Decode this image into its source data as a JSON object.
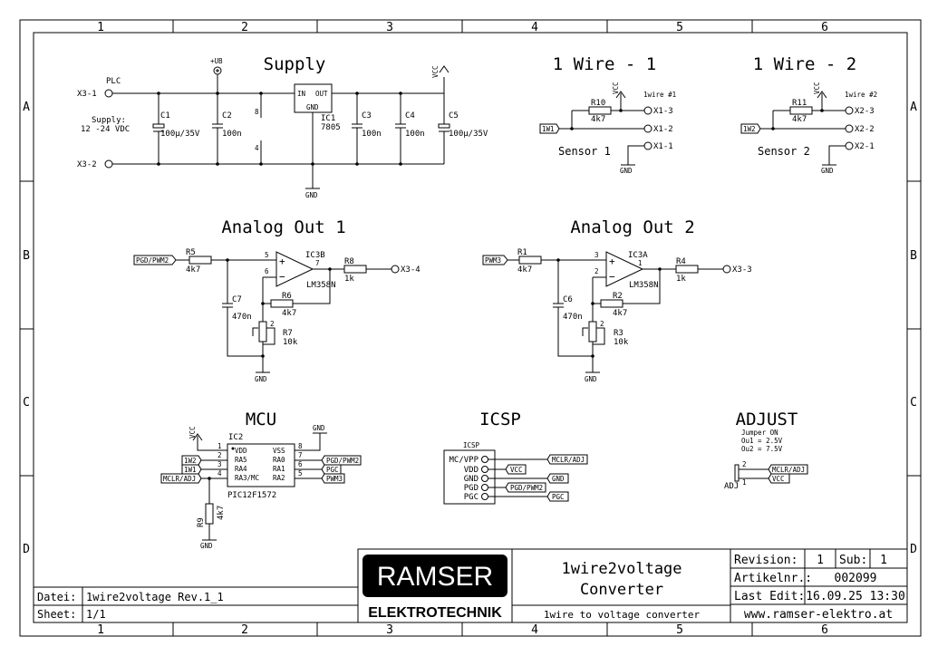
{
  "frame": {
    "columns": [
      "1",
      "2",
      "3",
      "4",
      "5",
      "6"
    ],
    "rows": [
      "A",
      "B",
      "C",
      "D"
    ]
  },
  "blocks": {
    "supply": {
      "title": "Supply",
      "plc": "PLC",
      "x3_1": "X3-1",
      "x3_2": "X3-2",
      "supply_text_1": "Supply:",
      "supply_text_2": "12 -24 VDC",
      "vb": "+UB",
      "vcc": "VCC",
      "c1_name": "C1",
      "c1_val": "100µ/35V",
      "c2_name": "C2",
      "c2_val": "100n",
      "c3_name": "C3",
      "c3_val": "100n",
      "c4_name": "C4",
      "c4_val": "100n",
      "c5_name": "C5",
      "c5_val": "100µ/35V",
      "ic1_name": "IC1",
      "ic1_val": "7805",
      "reg_in": "IN",
      "reg_out": "OUT",
      "reg_gnd": "GND",
      "pin8": "8",
      "pin4": "4",
      "gnd": "GND"
    },
    "wire1": {
      "title": "1 Wire - 1",
      "vcc": "VCC",
      "r_name": "R10",
      "r_val": "4k7",
      "tag": "1wire #1",
      "x1_3": "X1-3",
      "x1_2": "X1-2",
      "x1_1": "X1-1",
      "port": "1W1",
      "sensor": "Sensor 1",
      "gnd": "GND"
    },
    "wire2": {
      "title": "1 Wire - 2",
      "vcc": "VCC",
      "r_name": "R11",
      "r_val": "4k7",
      "tag": "1wire #2",
      "x2_3": "X2-3",
      "x2_2": "X2-2",
      "x2_1": "X2-1",
      "port": "1W2",
      "sensor": "Sensor 2",
      "gnd": "GND"
    },
    "analog1": {
      "title": "Analog Out 1",
      "port": "PGD/PWM2",
      "r5": "R5",
      "r5_val": "4k7",
      "ic": "IC3B",
      "ic_val": "LM358N",
      "pin5": "5",
      "pin6": "6",
      "pin7": "7",
      "r8": "R8",
      "r8_val": "1k",
      "out": "X3-4",
      "r6": "R6",
      "r6_val": "4k7",
      "c7": "C7",
      "c7_val": "470n",
      "r7": "R7",
      "r7_val": "10k",
      "r7_pin": "2",
      "gnd": "GND"
    },
    "analog2": {
      "title": "Analog Out 2",
      "port": "PWM3",
      "r1": "R1",
      "r1_val": "4k7",
      "ic": "IC3A",
      "ic_val": "LM358N",
      "pin3": "3",
      "pin2": "2",
      "pin1": "1",
      "r4": "R4",
      "r4_val": "1k",
      "out": "X3-3",
      "r2": "R2",
      "r2_val": "4k7",
      "c6": "C6",
      "c6_val": "470n",
      "r3": "R3",
      "r3_val": "10k",
      "r3_pin": "2",
      "gnd": "GND"
    },
    "mcu": {
      "title": "MCU",
      "vcc": "VCC",
      "gnd": "GND",
      "ic": "IC2",
      "ic_val": "PIC12F1572",
      "left_pins": [
        {
          "num": "1",
          "name": "VDD",
          "port": ""
        },
        {
          "num": "2",
          "name": "RA5",
          "port": "1W2"
        },
        {
          "num": "3",
          "name": "RA4",
          "port": "1W1"
        },
        {
          "num": "4",
          "name": "RA3/MC",
          "port": "MCLR/ADJ"
        }
      ],
      "right_pins": [
        {
          "num": "8",
          "name": "VSS",
          "port": ""
        },
        {
          "num": "7",
          "name": "RA0",
          "port": "PGD/PWM2"
        },
        {
          "num": "6",
          "name": "RA1",
          "port": "PGC"
        },
        {
          "num": "5",
          "name": "RA2",
          "port": "PWM3"
        }
      ],
      "r9": "R9",
      "r9_val": "4k7",
      "gnd2": "GND"
    },
    "icsp": {
      "title": "ICSP",
      "box": "ICSP",
      "pins": [
        {
          "name": "MC/VPP",
          "port": "MCLR/ADJ"
        },
        {
          "name": "VDD",
          "port": "VCC"
        },
        {
          "name": "GND",
          "port": "GND"
        },
        {
          "name": "PGD",
          "port": "PGD/PWM2"
        },
        {
          "name": "PGC",
          "port": "PGC"
        }
      ]
    },
    "adjust": {
      "title": "ADJUST",
      "note1": "Jumper ON",
      "note2": "Ou1 = 2.5V",
      "note3": "Ou2 = 7.5V",
      "port1": "MCLR/ADJ",
      "port2": "VCC",
      "jumper": "ADJ",
      "pin1": "1",
      "pin2": "2"
    }
  },
  "titleblock": {
    "file_label": "Datei:",
    "file_value": "1wire2voltage Rev.1_1",
    "sheet_label": "Sheet:",
    "sheet_value": "1/1",
    "logo_top": "RAMSER",
    "logo_bottom": "ELEKTROTECHNIK",
    "title_1": "1wire2voltage",
    "title_2": "Converter",
    "subtitle": "1wire to voltage converter",
    "revision_label": "Revision:",
    "revision_value": "1",
    "sub_label": "Sub:",
    "sub_value": "1",
    "article_label": "Artikelnr.:",
    "article_value": "002099",
    "lastedit_label": "Last Edit:",
    "lastedit_value": "16.09.25 13:30",
    "website": "www.ramser-elektro.at"
  }
}
